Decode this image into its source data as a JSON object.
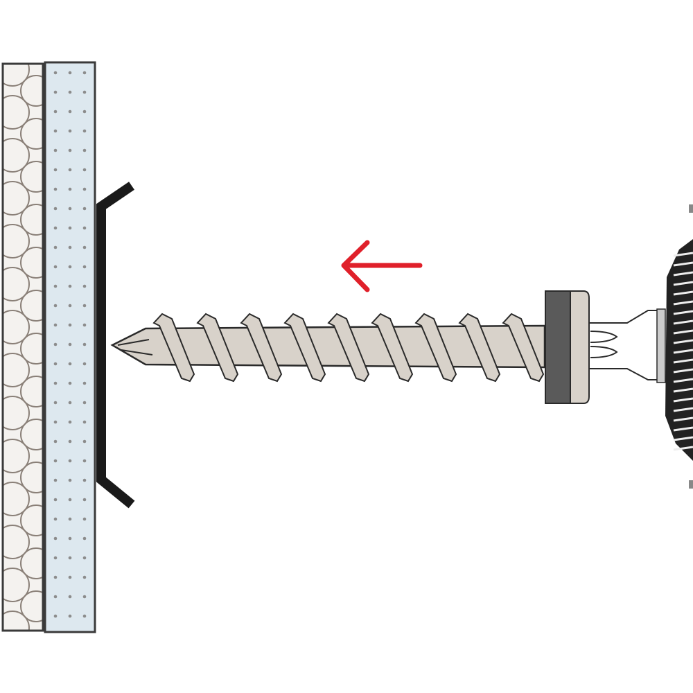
{
  "colors": {
    "wall_outline": "#3a3a3a",
    "insulation_fill": "#f4f2ef",
    "insulation_cells": "#8a8078",
    "board_fill": "#dde8ef",
    "board_dots": "#8c8c8c",
    "bracket": "#1a1a1a",
    "screw_fill": "#d8d2ca",
    "screw_outline": "#2a2a2a",
    "washer_dark": "#5a5a5a",
    "chuck": "#222222",
    "arrow": "#e0202a"
  },
  "threads": 9,
  "icons": [
    "insulation-layer",
    "board-layer",
    "bracket",
    "screw",
    "washer",
    "drill-bit",
    "drill-chuck",
    "direction-arrow-left"
  ]
}
